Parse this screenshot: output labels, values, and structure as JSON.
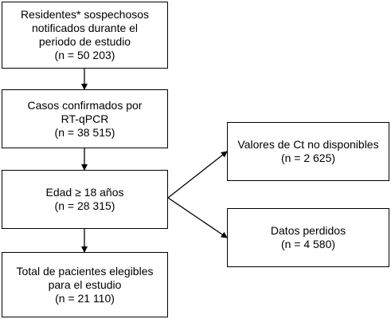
{
  "boxes": {
    "residents": {
      "lines": [
        "Residentes* sospechosos",
        "notificados durante el",
        "periodo de estudio",
        "(n = 50 203)"
      ]
    },
    "confirmed": {
      "lines": [
        "Casos confirmados por",
        "RT-qPCR",
        "(n = 38 515)"
      ]
    },
    "age": {
      "lines": [
        "Edad ≥ 18 años",
        "(n = 28 315)"
      ]
    },
    "eligible": {
      "lines": [
        "Total de pacientes elegibles",
        "para el estudio",
        "(n = 21 110)"
      ]
    },
    "ct_unavailable": {
      "lines": [
        "Valores de Ct no disponibles",
        "(n = 2 625)"
      ]
    },
    "lost_data": {
      "lines": [
        "Datos perdidos",
        "(n = 4 580)"
      ]
    }
  }
}
